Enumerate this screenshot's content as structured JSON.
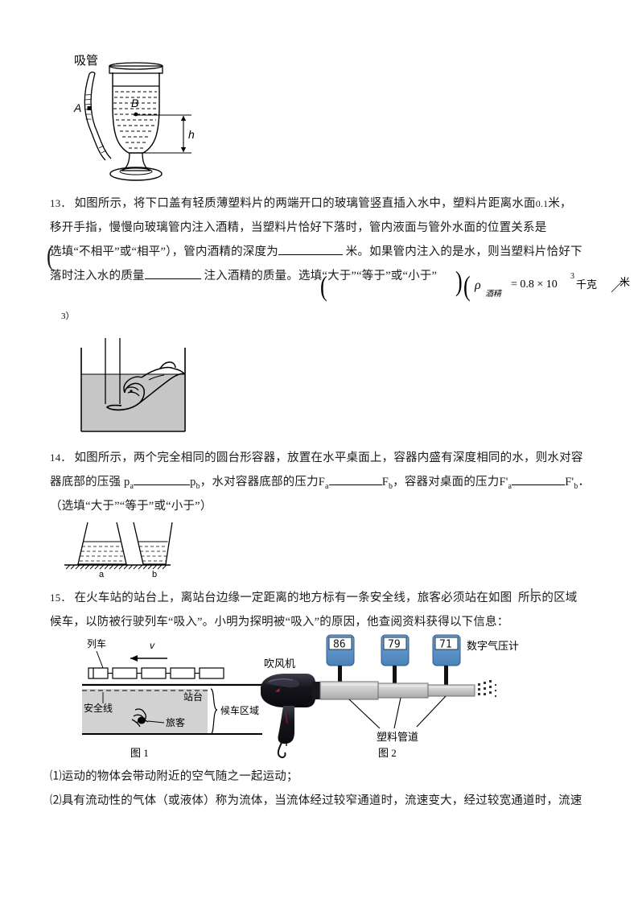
{
  "document": {
    "type": "physics-worksheet",
    "language": "zh-CN"
  },
  "figure_glass": {
    "straw_label": "吸管",
    "point_a": "A",
    "point_b": "B",
    "height_label": "h"
  },
  "q13": {
    "number": "13．",
    "line1_a": "如图所示，将下口盖有轻质薄塑料片的两端开口的玻璃管竖直插入水中，塑料片距离水面",
    "line1_value": "0.1",
    "line1_b": "米，",
    "line2": "移开手指，慢慢向玻璃管内注入酒精，当塑料片恰好下落时，管内液面与管外水面的位置关系是",
    "line3_a": "选填“不相平”或“相平”），管内酒精的深度为",
    "line3_b": "米。如果管内注入的是水，则当塑料片恰好下",
    "line4_a": "落时注入水的质量",
    "line4_b": "注入酒精的质量。选填“大于”“等于”或“小于”",
    "formula_rho": "ρ",
    "formula_sub": "酒精",
    "formula_eq": "= 0.8 × 10",
    "formula_exp": "3",
    "formula_unit": "千克",
    "formula_slash": "／",
    "formula_unit2": "米",
    "line5": "3）"
  },
  "q14": {
    "number": "14．",
    "line1": "如图所示，两个完全相同的圆台形容器，放置在水平桌面上，容器内盛有深度相同的水，则水对容",
    "line2_a": "器底部的压强 p",
    "line2_sub_a": "a",
    "line2_b": "p",
    "line2_sub_b": "b",
    "line2_c": "，水对容器底部的压力F",
    "line2_sub_c": "a",
    "line2_d": "F",
    "line2_sub_d": "b",
    "line2_e": "，容器对桌面的压力F'",
    "line2_sub_e": "a",
    "line2_f": "F'",
    "line2_sub_f": "b",
    "line2_g": "．",
    "line3": "（选填“大于”“等于”或“小于”）",
    "cup_a_label": "a",
    "cup_b_label": "b"
  },
  "q15": {
    "number": "15．",
    "line1_a": "在火车站的站台上，离站台边缘一定距离的地方标有一条安全线，旅客必须站在如图",
    "line1_b": "所示的区域",
    "line2": "候车，以防被行驶列车“吸入”。小明为探明被“吸入”的原因，他查阅资料获得以下信息：",
    "item1": "⑴运动的物体会带动附近的空气随之一起运动；",
    "item2": "⑵具有流动性的气体（或液体）称为流体，当流体经过较窄通道时，流速变大，经过较宽通道时，流速"
  },
  "figure1": {
    "caption": "图 1",
    "train_label": "列车",
    "velocity_label": "v",
    "platform_label": "站台",
    "safety_line_label": "安全线",
    "passenger_label": "旅客",
    "waiting_area_label": "候车区域"
  },
  "figure2": {
    "caption": "图 2",
    "dryer_label": "吹风机",
    "gauge_label": "数字气压计",
    "pipe_label": "塑料管道",
    "gauges": [
      {
        "value": "86"
      },
      {
        "value": "79"
      },
      {
        "value": "71"
      }
    ],
    "colors": {
      "gauge_body": "#5b93c8",
      "gauge_screen": "#ffffff",
      "pipe": "#c9c9c9",
      "dryer": "#1b1b24"
    }
  }
}
